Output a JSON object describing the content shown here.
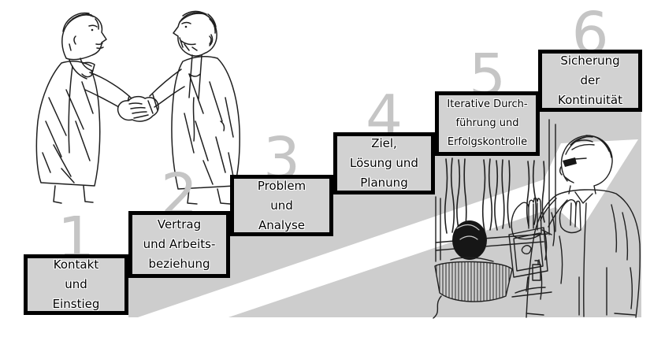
{
  "diagram": {
    "steps": [
      {
        "number": "1",
        "lines": [
          "Kontakt",
          "und",
          "Einstieg"
        ]
      },
      {
        "number": "2",
        "lines": [
          "Vertrag",
          "und Arbeits-",
          "beziehung"
        ]
      },
      {
        "number": "3",
        "lines": [
          "Problem",
          "und",
          "Analyse"
        ]
      },
      {
        "number": "4",
        "lines": [
          "Ziel,",
          "Lösung und",
          "Planung"
        ]
      },
      {
        "number": "5",
        "lines": [
          "Iterative Durch-",
          "führung und",
          "Erfolgskontrolle"
        ]
      },
      {
        "number": "6",
        "lines": [
          "Sicherung",
          "der",
          "Kontinuität"
        ]
      }
    ],
    "illustrations": {
      "handshake": "two-people-shaking-hands-sketch",
      "consultation": "two-people-at-computer-workstation-sketch"
    },
    "colors": {
      "box_fill": "#d2d2d2",
      "background_band": "#cdcdcd",
      "number_gray": "#c5c5c5",
      "border": "#000000",
      "arrow": "#ffffff"
    }
  }
}
